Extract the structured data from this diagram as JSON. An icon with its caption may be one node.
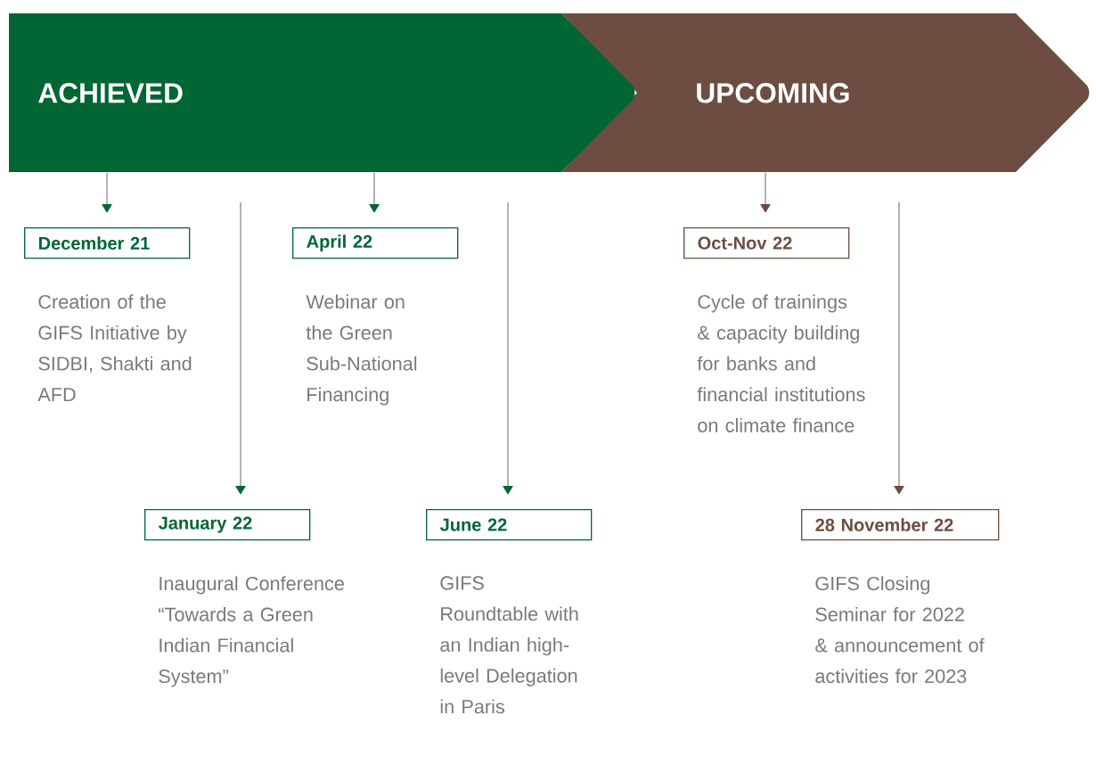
{
  "diagram": {
    "nodes": [
      {
        "text": [
          "ACHIEVED"
        ]
      },
      {
        "text": [
          "UPCOMING"
        ]
      },
      {
        "text": [
          "December 21"
        ],
        "beside": [
          "Creation of the GIFS Initiative by SIDBI, Shakti and AFD"
        ]
      },
      {
        "text": [
          "January 22"
        ],
        "beside": [
          "Inaugural Conference “Towards a Green Indian Financial System”"
        ]
      },
      {
        "text": [
          "April 22"
        ],
        "beside": [
          "Webinar on the Green Sub-National Financing"
        ]
      },
      {
        "text": [
          "June 22"
        ],
        "beside": [
          "GIFS Roundtable with an Indian high-level Delegation in Paris"
        ]
      },
      {
        "text": [
          "Oct-Nov 22"
        ],
        "beside": [
          "Cycle of trainings & capacity building for banks and financial institutions on climate finance"
        ]
      },
      {
        "text": [
          "28 November 22"
        ],
        "beside": [
          "GIFS Closing Seminar for 2022 & announcement of activities for 2023"
        ]
      }
    ],
    "edges": [
      {
        "from": 0,
        "to": 2,
        "arrow": "to"
      },
      {
        "from": null,
        "to": 3,
        "arrow": "to"
      },
      {
        "from": 0,
        "to": 4,
        "arrow": "to"
      },
      {
        "from": null,
        "to": 5,
        "arrow": "to"
      },
      {
        "from": 1,
        "to": 6,
        "arrow": "to",
        "color": "#6d4c41"
      },
      {
        "from": null,
        "to": 7,
        "arrow": "to",
        "color": "#6d4c41"
      }
    ]
  }
}
